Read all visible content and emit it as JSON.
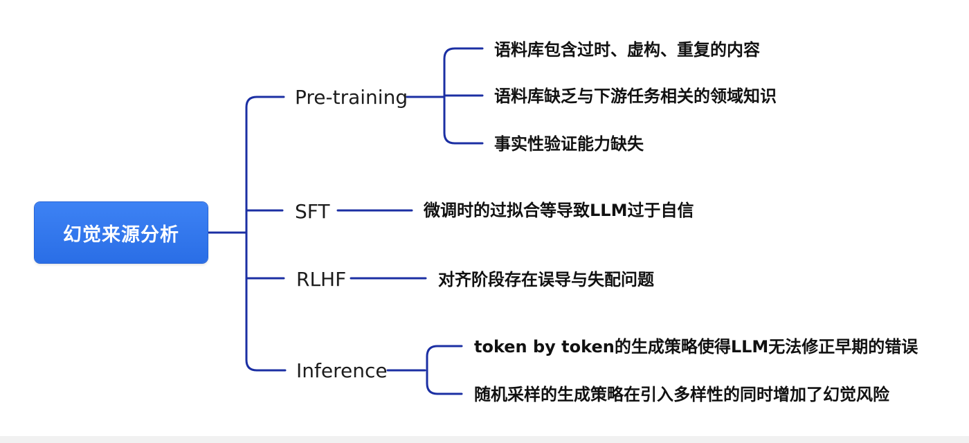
{
  "mindmap": {
    "root": "幻觉来源分析",
    "branches": [
      {
        "label": "Pre-training",
        "leaves": [
          "语料库包含过时、虚构、重复的内容",
          "语料库缺乏与下游任务相关的领域知识",
          "事实性验证能力缺失"
        ]
      },
      {
        "label": "SFT",
        "leaves": [
          "微调时的过拟合等导致LLM过于自信"
        ]
      },
      {
        "label": "RLHF",
        "leaves": [
          "对齐阶段存在误导与失配问题"
        ]
      },
      {
        "label": "Inference",
        "leaves": [
          "token by token的生成策略使得LLM无法修正早期的错误",
          "随机采样的生成策略在引入多样性的同时增加了幻觉风险"
        ]
      }
    ]
  },
  "colors": {
    "connector": "#1b2fa3",
    "root_fill": "#2f74ee",
    "root_text": "#ffffff"
  }
}
